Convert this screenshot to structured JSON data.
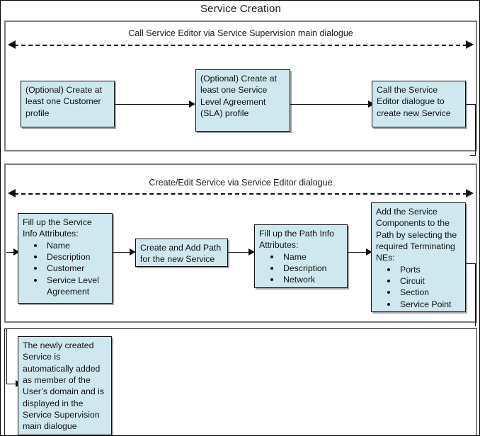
{
  "title": "Service Creation",
  "colors": {
    "node_fill": "#cfe7ef",
    "node_border": "#101010",
    "frame_border": "#7d7d7d",
    "connector": "#111111",
    "text": "#111111",
    "background": "#ffffff"
  },
  "phases": [
    {
      "id": "phase-1",
      "label": "Call Service Editor via Service Supervision main dialogue"
    },
    {
      "id": "phase-2",
      "label": "Create/Edit Service via Service Editor dialogue"
    }
  ],
  "nodes": [
    {
      "id": "create-customer-profile",
      "header": "(Optional) Create at least one Customer profile",
      "bullets": []
    },
    {
      "id": "create-sla-profile",
      "header": "(Optional) Create at least one Service Level Agreement (SLA) profile",
      "bullets": []
    },
    {
      "id": "call-service-editor",
      "header": "Call the Service Editor dialogue to create new Service",
      "bullets": []
    },
    {
      "id": "fill-service-info",
      "header": "Fill up the Service Info Attributes:",
      "bullets": [
        "Name",
        "Description",
        "Customer",
        "Service Level Agreement"
      ]
    },
    {
      "id": "create-add-path",
      "header": "Create and Add Path for the new Service",
      "bullets": []
    },
    {
      "id": "fill-path-info",
      "header": "Fill up the Path Info Attributes:",
      "bullets": [
        "Name",
        "Description",
        "Network"
      ]
    },
    {
      "id": "add-service-components",
      "header": "Add the Service Components to the Path by selecting the required  Terminating NEs:",
      "bullets": [
        "Ports",
        "Circuit",
        "Section",
        "Service Point"
      ]
    },
    {
      "id": "service-added-to-domain",
      "header": "The newly created Service is automatically added as member of the User’s domain and is displayed in the Service Supervision main dialogue",
      "bullets": []
    }
  ]
}
